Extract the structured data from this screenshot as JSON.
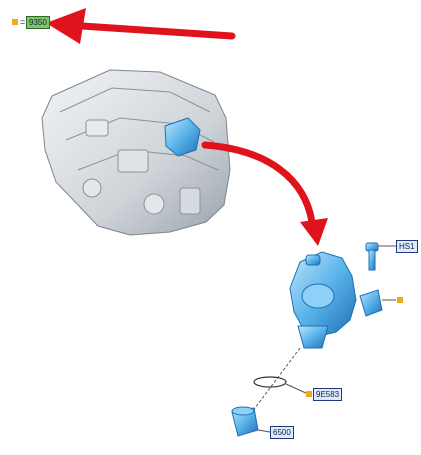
{
  "callouts": {
    "top_left": "9350",
    "hs1": "HS1",
    "e583": "9E583",
    "c6500": "6500"
  },
  "equals_sign": "=",
  "colors": {
    "arrow_red": "#e0121b",
    "part_blue": "#59b3ea",
    "engine_gray": "#d4d8dc",
    "marker_orange": "#f2a81d",
    "label_green": "#7fc36b",
    "label_blue": "#dfe9f7"
  }
}
